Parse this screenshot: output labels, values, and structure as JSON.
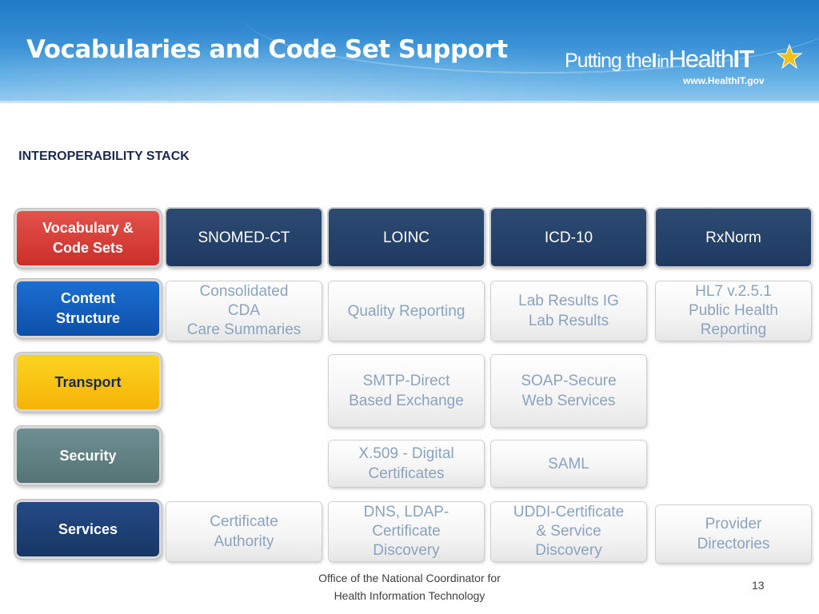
{
  "header": {
    "title": "Vocabularies and Code Set Support",
    "logo": {
      "word_putting": "Putting the",
      "word_i": "I",
      "word_in": "in",
      "word_health": "Health",
      "word_it": "IT",
      "url": "www.HealthIT.gov",
      "icon": "star-icon"
    }
  },
  "stack_title": "INTEROPERABILITY STACK",
  "rows": [
    {
      "label": [
        "Vocabulary &",
        "Code Sets"
      ],
      "color": "#cc2f29",
      "cells": [
        {
          "lines": [
            "SNOMED-CT"
          ]
        },
        {
          "lines": [
            "LOINC"
          ]
        },
        {
          "lines": [
            "ICD-10"
          ]
        },
        {
          "lines": [
            "RxNorm"
          ]
        }
      ]
    },
    {
      "label": [
        "Content",
        "Structure"
      ],
      "color": "#0d50aa",
      "cells": [
        {
          "lines": [
            "Consolidated",
            "CDA",
            "Care Summaries"
          ]
        },
        {
          "lines": [
            "Quality Reporting"
          ]
        },
        {
          "lines": [
            "Lab Results IG",
            "Lab Results"
          ]
        },
        {
          "lines": [
            "HL7 v.2.5.1",
            "Public Health",
            "Reporting"
          ]
        }
      ]
    },
    {
      "label": [
        "Transport"
      ],
      "color": "#f5b406",
      "cells": [
        {
          "lines": [
            "SMTP-Direct",
            "Based Exchange"
          ]
        },
        {
          "lines": [
            "SOAP-Secure",
            "Web Services"
          ]
        }
      ]
    },
    {
      "label": [
        "Security"
      ],
      "color": "#557476",
      "cells": [
        {
          "lines": [
            "X.509 - Digital",
            "Certificates"
          ]
        },
        {
          "lines": [
            "SAML"
          ]
        }
      ]
    },
    {
      "label": [
        "Services"
      ],
      "color": "#163765",
      "cells": [
        {
          "lines": [
            "Certificate",
            "Authority"
          ]
        },
        {
          "lines": [
            "DNS, LDAP-",
            "Certificate",
            "Discovery"
          ]
        },
        {
          "lines": [
            "UDDI-Certificate",
            "& Service",
            "Discovery"
          ]
        },
        {
          "lines": [
            "Provider",
            "Directories"
          ]
        }
      ]
    }
  ],
  "footer": {
    "line1": "Office of the National Coordinator for",
    "line2": "Health Information Technology",
    "page_number": "13"
  }
}
